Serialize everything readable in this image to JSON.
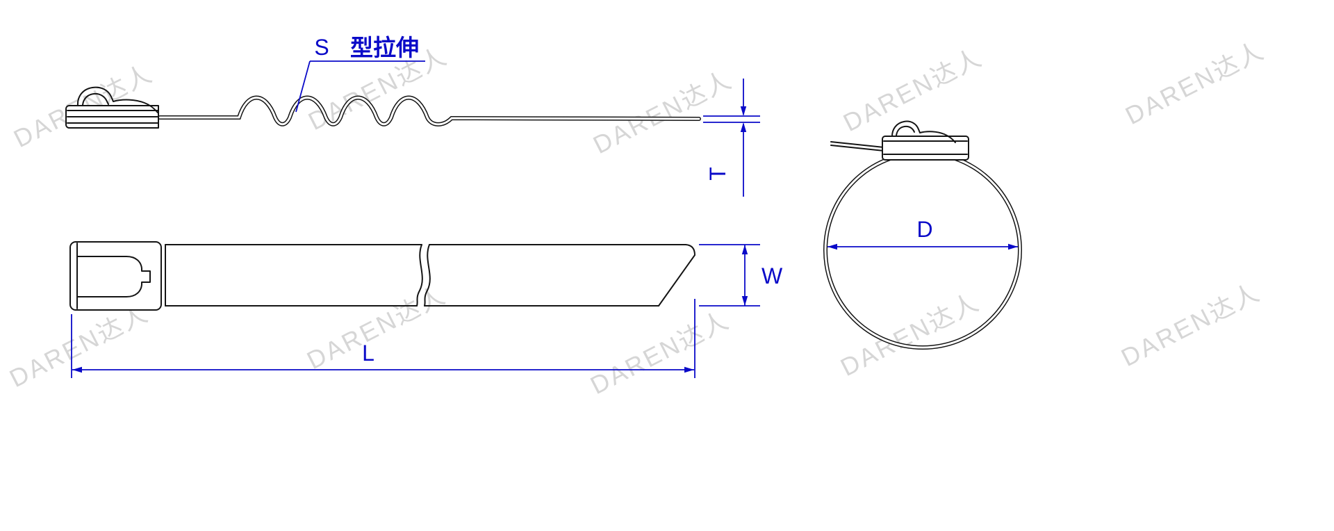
{
  "watermark": {
    "text": "DAREN达人"
  },
  "labels": {
    "spring_letter": "S",
    "spring_text": "型拉伸",
    "thickness": "T",
    "width": "W",
    "length": "L",
    "diameter": "D"
  },
  "colors": {
    "dimension": "#0a0ac8",
    "line": "#141414",
    "watermark": "#d6d6d6",
    "background": "#ffffff"
  }
}
